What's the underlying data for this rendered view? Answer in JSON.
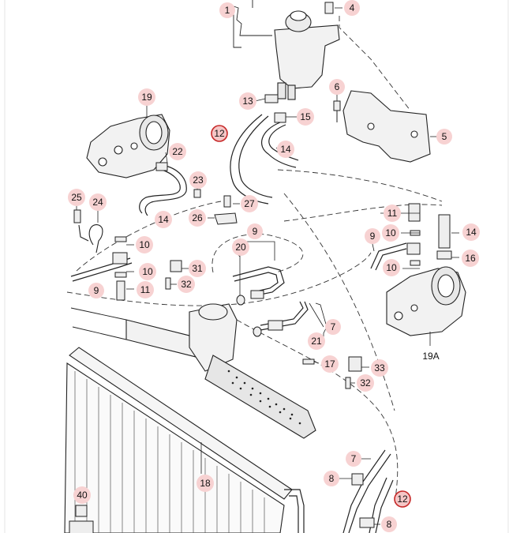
{
  "colors": {
    "line": "#222222",
    "highlight": "#f5c6c6",
    "highlight_ring": "#c62828",
    "background": "#ffffff",
    "part_fill": "#f2f2f2"
  },
  "callouts": [
    {
      "id": "c1",
      "label": "1"
    },
    {
      "id": "c4",
      "label": "4"
    },
    {
      "id": "c5",
      "label": "5"
    },
    {
      "id": "c6",
      "label": "6"
    },
    {
      "id": "c13",
      "label": "13"
    },
    {
      "id": "c12a",
      "label": "12"
    },
    {
      "id": "c15",
      "label": "15"
    },
    {
      "id": "c14a",
      "label": "14"
    },
    {
      "id": "c19",
      "label": "19"
    },
    {
      "id": "c22",
      "label": "22"
    },
    {
      "id": "c23",
      "label": "23"
    },
    {
      "id": "c14b",
      "label": "14"
    },
    {
      "id": "c27",
      "label": "27"
    },
    {
      "id": "c26",
      "label": "26"
    },
    {
      "id": "c25",
      "label": "25"
    },
    {
      "id": "c24",
      "label": "24"
    },
    {
      "id": "c10a",
      "label": "10"
    },
    {
      "id": "c10b",
      "label": "10"
    },
    {
      "id": "c11a",
      "label": "11"
    },
    {
      "id": "c9a",
      "label": "9"
    },
    {
      "id": "c31",
      "label": "31"
    },
    {
      "id": "c32a",
      "label": "32"
    },
    {
      "id": "c9b",
      "label": "9"
    },
    {
      "id": "c20",
      "label": "20"
    },
    {
      "id": "c11b",
      "label": "11"
    },
    {
      "id": "c10c",
      "label": "10"
    },
    {
      "id": "c14c",
      "label": "14"
    },
    {
      "id": "c9c",
      "label": "9"
    },
    {
      "id": "c16",
      "label": "16"
    },
    {
      "id": "c10d",
      "label": "10"
    },
    {
      "id": "c19a",
      "label": "19A"
    },
    {
      "id": "c7a",
      "label": "7"
    },
    {
      "id": "c21",
      "label": "21"
    },
    {
      "id": "c17",
      "label": "17"
    },
    {
      "id": "c33",
      "label": "33"
    },
    {
      "id": "c32b",
      "label": "32"
    },
    {
      "id": "c18",
      "label": "18"
    },
    {
      "id": "c7b",
      "label": "7"
    },
    {
      "id": "c8a",
      "label": "8"
    },
    {
      "id": "c12b",
      "label": "12"
    },
    {
      "id": "c8b",
      "label": "8"
    },
    {
      "id": "c40",
      "label": "40"
    }
  ]
}
